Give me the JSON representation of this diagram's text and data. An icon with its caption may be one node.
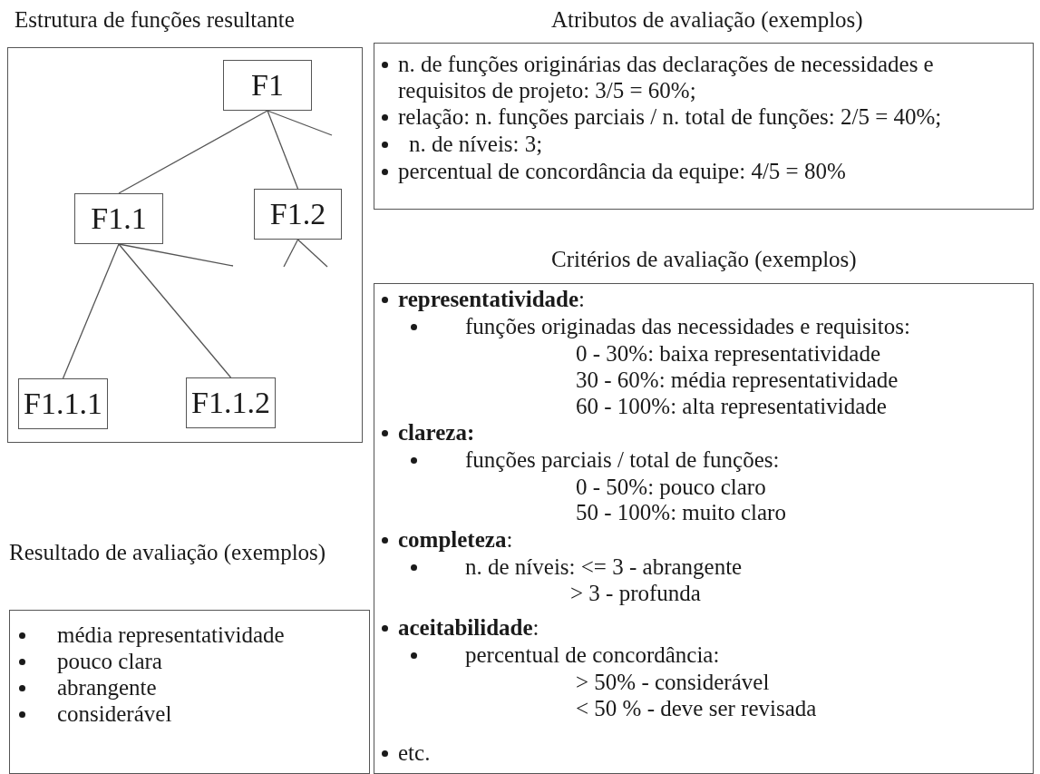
{
  "diagram": {
    "nodes": [
      {
        "text": [
          "Estrutura de funções resultante"
        ]
      },
      {
        "text": [
          "F1"
        ],
        "in": 0
      },
      {
        "text": [
          "F1.1"
        ],
        "in": 0
      },
      {
        "text": [
          "F1.2"
        ],
        "in": 0
      },
      {
        "text": [
          "F1.1.1"
        ],
        "in": 0
      },
      {
        "text": [
          "F1.1.2"
        ],
        "in": 0
      },
      {
        "text": [
          "Atributos de avaliação (exemplos)",
          "n. de funções originárias das declarações de necessidades e requisitos de projeto: 3/5 = 60%;",
          "relação: n. funções parciais / n. total de funções: 2/5 = 40%;",
          "n. de níveis: 3;",
          "percentual de concordância da equipe: 4/5 = 80%"
        ]
      },
      {
        "text": [
          "Critérios de avaliação (exemplos)",
          "**representatividade**:",
          "funções originadas das necessidades e requisitos:",
          "0 - 30%: baixa representatividade",
          "30 - 60%: média representatividade",
          "60 - 100%: alta representatividade",
          "**clareza:**",
          "funções parciais / total de funções:",
          "0 - 50%: pouco claro",
          "50 - 100%: muito claro",
          "**completeza**:",
          "n. de níveis: <= 3 - abrangente",
          "> 3 - profunda",
          "**aceitabilidade**:",
          "percentual de concordância:",
          "> 50% - considerável",
          "< 50 % - deve ser revisada",
          "etc."
        ]
      },
      {
        "text": [
          "Resultado de avaliação (exemplos)",
          "média representatividade",
          "pouco clara",
          "abrangente",
          "considerável"
        ]
      }
    ],
    "edges": [
      {
        "from": 1,
        "to": 2,
        "arrow": "none"
      },
      {
        "from": 1,
        "to": 3,
        "arrow": "none"
      },
      {
        "from": 1,
        "to": null,
        "arrow": "none"
      },
      {
        "from": 2,
        "to": 4,
        "arrow": "none"
      },
      {
        "from": 2,
        "to": 5,
        "arrow": "none"
      },
      {
        "from": 2,
        "to": null,
        "arrow": "none"
      },
      {
        "from": 3,
        "to": null,
        "arrow": "none"
      },
      {
        "from": 3,
        "to": null,
        "arrow": "none"
      }
    ]
  }
}
